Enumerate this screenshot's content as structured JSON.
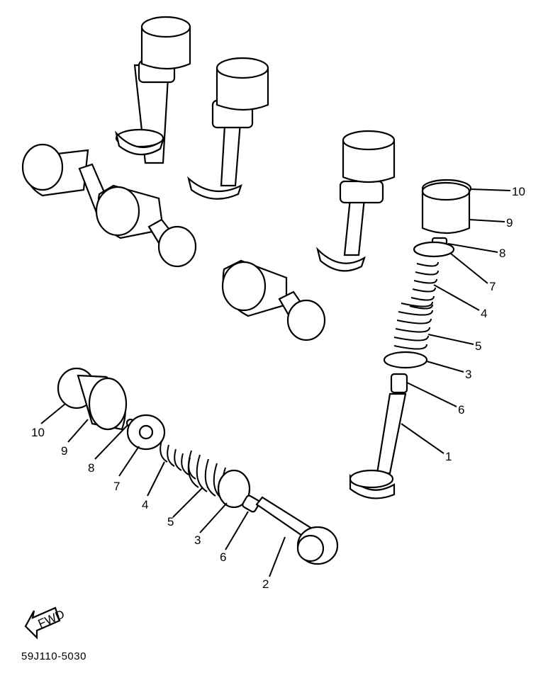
{
  "callouts_right": [
    "10",
    "9",
    "8",
    "7",
    "4",
    "5",
    "3",
    "6",
    "1"
  ],
  "callouts_left": [
    "10",
    "9",
    "8",
    "7",
    "4",
    "5",
    "3",
    "6",
    "2"
  ],
  "fwd_label": "FWD",
  "drawing_code": "59J110-5030",
  "colors": {
    "ink": "#000000",
    "paper": "#ffffff"
  }
}
